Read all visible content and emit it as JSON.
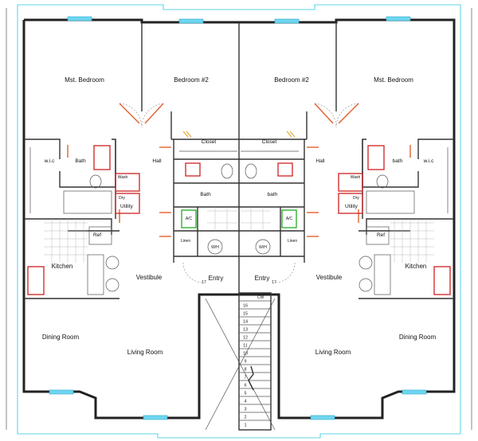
{
  "plan": {
    "left_unit": {
      "rooms": {
        "master_bedroom": "Mst. Bedroom",
        "bedroom2": "Bedroom #2",
        "wic": "w.i.c",
        "bath": "Bath",
        "hall": "Hall",
        "closet": "Closet",
        "center_bath": "Bath",
        "wash": "Wash",
        "dry": "Dry",
        "utility": "Utility",
        "ac": "A/C",
        "linen": "Linen",
        "wh": "W/H",
        "ref": "Ref",
        "kitchen": "Kitchen",
        "vestibule": "Vestibule",
        "entry": "Entry",
        "dining": "Dining Room",
        "living": "Living Room"
      },
      "step_number": "17"
    },
    "right_unit": {
      "rooms": {
        "master_bedroom": "Mst. Bedroom",
        "bedroom2": "Bedroom #2",
        "wic": "w.i.c",
        "bath": "bath",
        "hall": "Hall",
        "closet": "Closet",
        "center_bath": "bath",
        "wash": "Wash",
        "dry": "Dry",
        "utility": "Utility",
        "ac": "A/C",
        "linen": "Linen",
        "wh": "W/H",
        "ref": "Ref",
        "kitchen": "Kitchen",
        "vestibule": "Vestibule",
        "entry": "Entry",
        "dining": "Dining Room",
        "living": "Living Room"
      },
      "step_number": "17"
    },
    "stair": {
      "direction": "CW",
      "steps": [
        "16",
        "15",
        "14",
        "13",
        "12",
        "11",
        "10",
        "9",
        "8",
        "7",
        "6",
        "5",
        "4",
        "3",
        "2",
        "1"
      ]
    }
  }
}
